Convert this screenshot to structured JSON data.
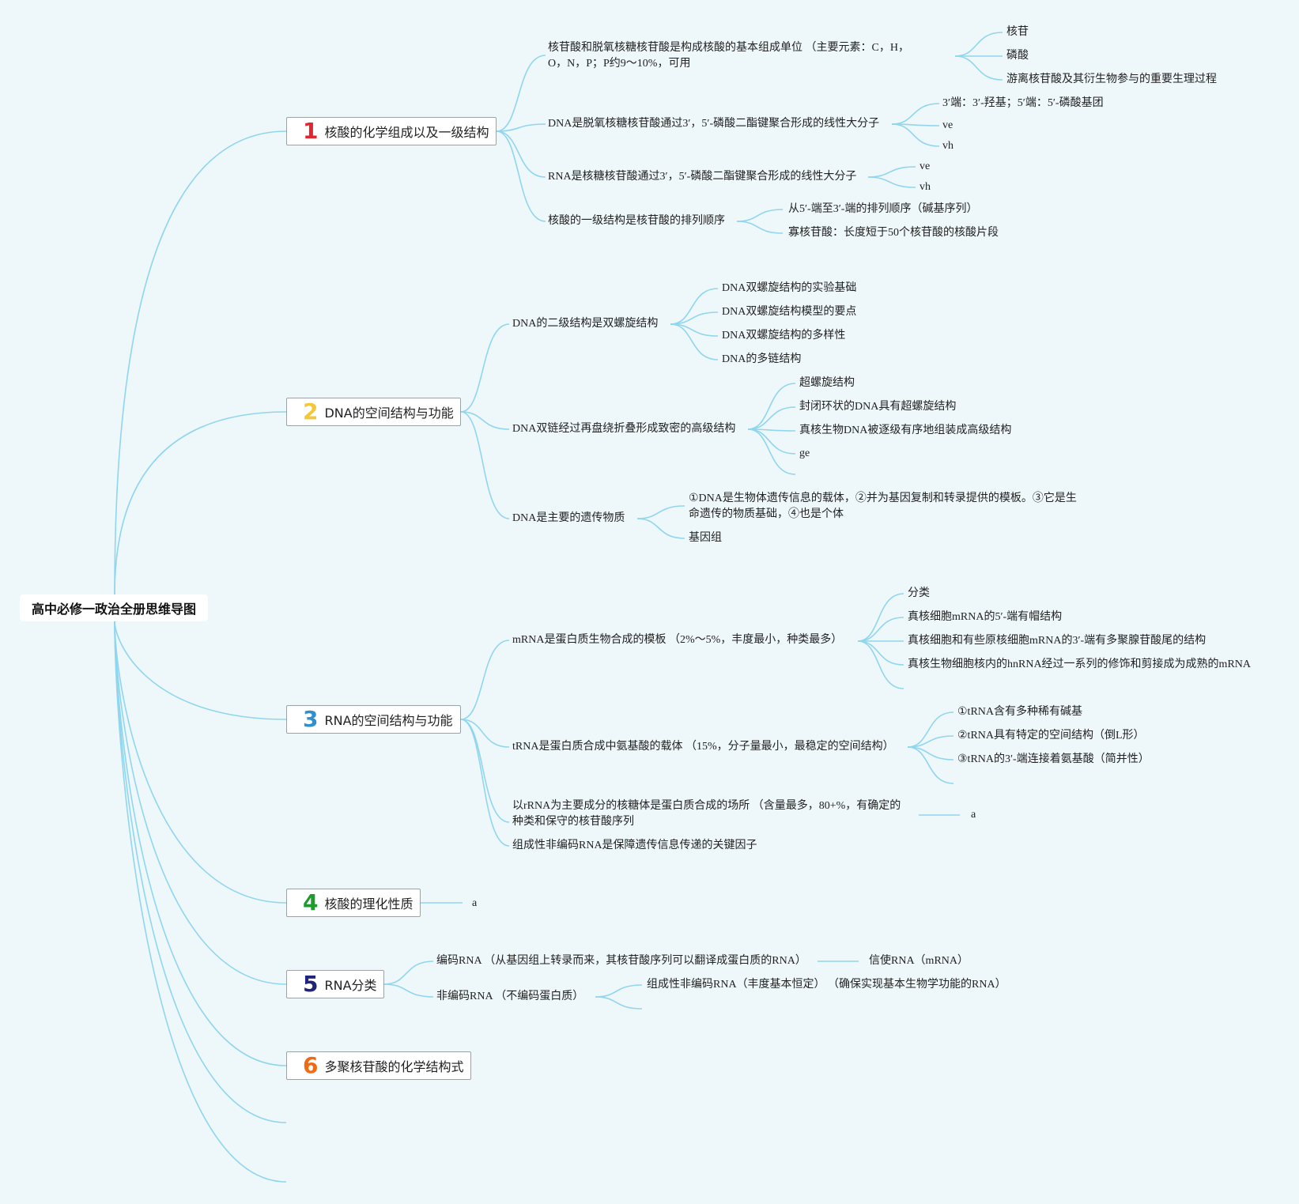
{
  "root": {
    "title": "高中必修一政治全册思维导图"
  },
  "colors": {
    "line": "#8fd6ee",
    "background": "#eef7fa"
  },
  "topics": [
    {
      "num": "1",
      "color": "#e0262f",
      "label": "核酸的化学组成以及一级结构"
    },
    {
      "num": "2",
      "color": "#f4c63a",
      "label": "DNA的空间结构与功能"
    },
    {
      "num": "3",
      "color": "#2f8fcf",
      "label": "RNA的空间结构与功能"
    },
    {
      "num": "4",
      "color": "#1f9a2d",
      "label": "核酸的理化性质"
    },
    {
      "num": "5",
      "color": "#20247a",
      "label": "RNA分类"
    },
    {
      "num": "6",
      "color": "#f06a12",
      "label": "多聚核苷酸的化学结构式"
    }
  ],
  "t1": {
    "b1": "核苷酸和脱氧核糖核苷酸是构成核酸的基本组成单位 （主要元素：C，H，O，N，P；P约9～10%，可用",
    "b1_children": [
      "核苷",
      "磷酸",
      "游离核苷酸及其衍生物参与的重要生理过程"
    ],
    "b2": "DNA是脱氧核糖核苷酸通过3′，5′-磷酸二酯键聚合形成的线性大分子",
    "b2_children": [
      "3′端：3′-羟基；5′端：5′-磷酸基团",
      "ve",
      "vh"
    ],
    "b3": "RNA是核糖核苷酸通过3′，5′-磷酸二酯键聚合形成的线性大分子",
    "b3_children": [
      "ve",
      "vh"
    ],
    "b4": "核酸的一级结构是核苷酸的排列顺序",
    "b4_children": [
      "从5′-端至3′-端的排列顺序（碱基序列）",
      "寡核苷酸：长度短于50个核苷酸的核酸片段"
    ]
  },
  "t2": {
    "b1": "DNA的二级结构是双螺旋结构",
    "b1_children": [
      "DNA双螺旋结构的实验基础",
      "DNA双螺旋结构模型的要点",
      "DNA双螺旋结构的多样性",
      "DNA的多链结构"
    ],
    "b2": "DNA双链经过再盘绕折叠形成致密的高级结构",
    "b2_children": [
      "超螺旋结构",
      "封闭环状的DNA具有超螺旋结构",
      "真核生物DNA被逐级有序地组装成高级结构",
      "ge"
    ],
    "b3": "DNA是主要的遗传物质",
    "b3_children": [
      "①DNA是生物体遗传信息的载体，②并为基因复制和转录提供的模板。③它是生命遗传的物质基础，④也是个体",
      "基因组"
    ]
  },
  "t3": {
    "b1": "mRNA是蛋白质生物合成的模板 （2%～5%，丰度最小，种类最多）",
    "b1_children": [
      "分类",
      "真核细胞mRNA的5′-端有帽结构",
      "真核细胞和有些原核细胞mRNA的3′-端有多聚腺苷酸尾的结构",
      "真核生物细胞核内的hnRNA经过一系列的修饰和剪接成为成熟的mRNA"
    ],
    "b2": "tRNA是蛋白质合成中氨基酸的载体 （15%，分子量最小，最稳定的空间结构）",
    "b2_children": [
      "①tRNA含有多种稀有碱基",
      "②tRNA具有特定的空间结构（倒L形）",
      "③tRNA的3′-端连接着氨基酸（简并性）"
    ],
    "b3": "以rRNA为主要成分的核糖体是蛋白质合成的场所 （含量最多，80+%，有确定的种类和保守的核苷酸序列",
    "b3_child": "a",
    "b4": "组成性非编码RNA是保障遗传信息传递的关键因子"
  },
  "t4": {
    "child": "a"
  },
  "t5": {
    "b1": "编码RNA （从基因组上转录而来，其核苷酸序列可以翻译成蛋白质的RNA）",
    "b1_child": "信使RNA（mRNA）",
    "b2": "非编码RNA （不编码蛋白质）",
    "b2_child": "组成性非编码RNA（丰度基本恒定） （确保实现基本生物学功能的RNA）"
  }
}
